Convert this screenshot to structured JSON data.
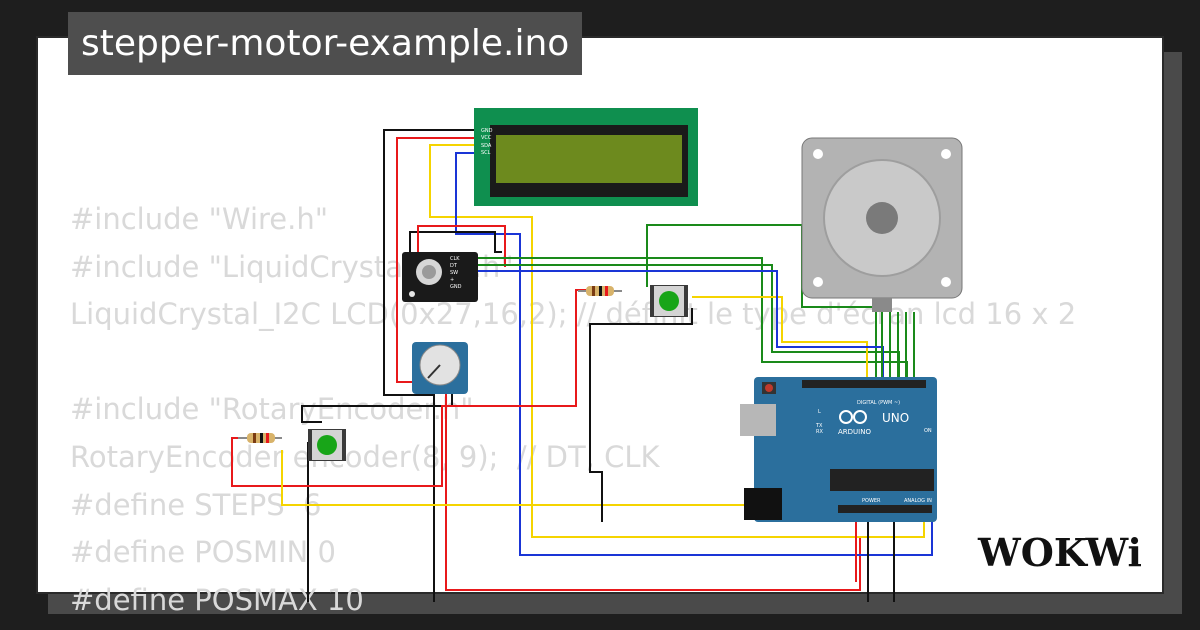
{
  "title": "stepper-motor-example.ino",
  "code_lines": [
    "#include \"Wire.h\"",
    "#include \"LiquidCrystal_I2C.h\"",
    "LiquidCrystal_I2C LCD(0x27,16,2); // définit le type d'écran lcd 16 x 2",
    "",
    "#include \"RotaryEncoder.h\"",
    "RotaryEncoder encoder(8, 9);  // DT, CLK",
    "#define STEPS  6",
    "#define POSMIN 0",
    "#define POSMAX 10"
  ],
  "lcd_pins": [
    "GND",
    "VCC",
    "SDA",
    "SCL"
  ],
  "encoder_pins": [
    "CLK",
    "DT",
    "SW",
    "+",
    "GND"
  ],
  "arduino": {
    "brand": "ARDUINO",
    "model": "UNO",
    "digital_label": "DIGITAL (PWM ~)",
    "power_label": "POWER",
    "analog_label": "ANALOG IN",
    "led_labels": [
      "L",
      "TX",
      "RX"
    ],
    "on_label": "ON"
  },
  "logo_text": "WOKWi",
  "colors": {
    "background": "#1e1e1e",
    "card": "#ffffff",
    "title_tab": "#4e4e4e",
    "arduino_board": "#2b6f9d",
    "lcd_board": "#0f8f4f",
    "lcd_screen": "#6d8a1e",
    "button_cap": "#18a518",
    "wire_red": "#e8191b",
    "wire_black": "#111111",
    "wire_yellow": "#f5d400",
    "wire_blue": "#1a35d6",
    "wire_green": "#1a8a1a"
  }
}
